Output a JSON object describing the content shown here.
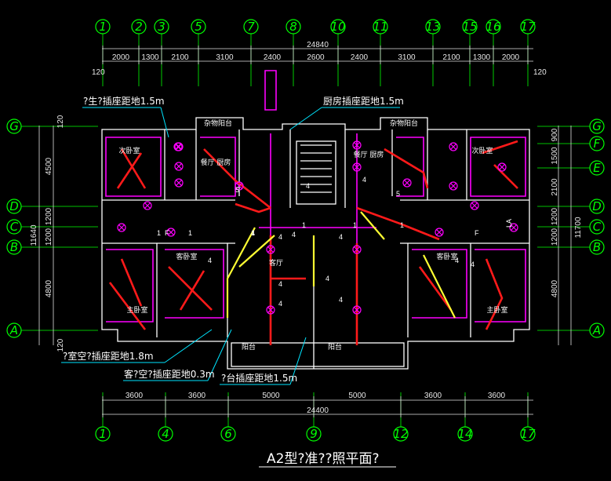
{
  "drawing": {
    "title": "A2型?准??照平面?",
    "colors": {
      "axis": "#00ff00",
      "wall": "#ffffff",
      "wiring_red": "#ff1a1a",
      "wiring_yellow": "#ffff33",
      "circuit_magenta": "#ff00ff",
      "leader_cyan": "#00e5ff"
    }
  },
  "axes_top": [
    "1",
    "2",
    "3",
    "5",
    "7",
    "8",
    "10",
    "11",
    "13",
    "15",
    "16",
    "17"
  ],
  "axes_bottom": [
    "1",
    "4",
    "6",
    "9",
    "12",
    "14",
    "17"
  ],
  "axes_left": [
    "G",
    "D",
    "C",
    "B",
    "A"
  ],
  "axes_right": [
    "G",
    "F",
    "E",
    "D",
    "C",
    "B",
    "A"
  ],
  "dims_top": {
    "total": "24840",
    "segments": [
      "2000",
      "1300",
      "2100",
      "3100",
      "2400",
      "2600",
      "2400",
      "3100",
      "2100",
      "1300",
      "2000"
    ],
    "edge_left": "120",
    "edge_right": "120"
  },
  "dims_bottom": {
    "total": "24400",
    "segments": [
      "3600",
      "3600",
      "5000",
      "5000",
      "3600",
      "3600"
    ]
  },
  "dims_left": {
    "total": "11640",
    "segments": [
      "4500",
      "1200",
      "1200",
      "4800"
    ],
    "edge_top": "120",
    "edge_bottom": "120"
  },
  "dims_right": {
    "total": "11700",
    "segments": [
      "900",
      "1500",
      "2100",
      "1200",
      "1200",
      "4800"
    ]
  },
  "rooms": {
    "storage_balcony_l": "杂物阳台",
    "storage_balcony_r": "杂物阳台",
    "bedroom_second_l": "次卧室",
    "bedroom_second_r": "次卧室",
    "dining_kitchen_l": "餐厅 厨房",
    "dining_kitchen_r": "餐厅 厨房",
    "study_l": "客卧室",
    "study_r": "客卧室",
    "master_l": "主卧室",
    "master_r": "主卧室",
    "living": "客厅",
    "balcony_l": "阳台",
    "balcony_r": "阳台"
  },
  "notes": {
    "bath_socket": "?生?插座距地1.5m",
    "kitchen_socket": "厨房插座距地1.5m",
    "ac_socket": "?室空?插座距地1.8m",
    "living_socket": "客?空?插座距地0.3m",
    "balcony_socket": "?台插座距地1.5m"
  },
  "circuit_labels": [
    "5",
    "5",
    "4",
    "4",
    "4",
    "4",
    "4",
    "4",
    "4",
    "4",
    "4",
    "4",
    "4",
    "1",
    "1",
    "1",
    "1",
    "1",
    "1",
    "F",
    "F",
    "4",
    "4"
  ],
  "stair_tag": "LA"
}
